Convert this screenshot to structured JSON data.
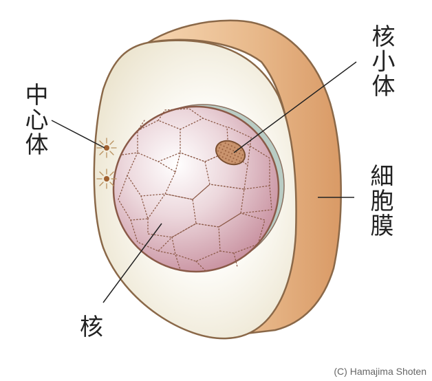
{
  "labels": {
    "nucleolus": "核小体",
    "centrosome": "中心体",
    "cell_membrane": "細胞膜",
    "nucleus": "核"
  },
  "credit": "(C) Hamajima Shoten",
  "colors": {
    "cell_body": "#f5f1e6",
    "membrane_side": "#e7b98c",
    "outline": "#8a6848",
    "nucleus": "#e2c2cb",
    "nuclear_rim": "#b9ccc4",
    "nucleolus": "#c9936d"
  }
}
